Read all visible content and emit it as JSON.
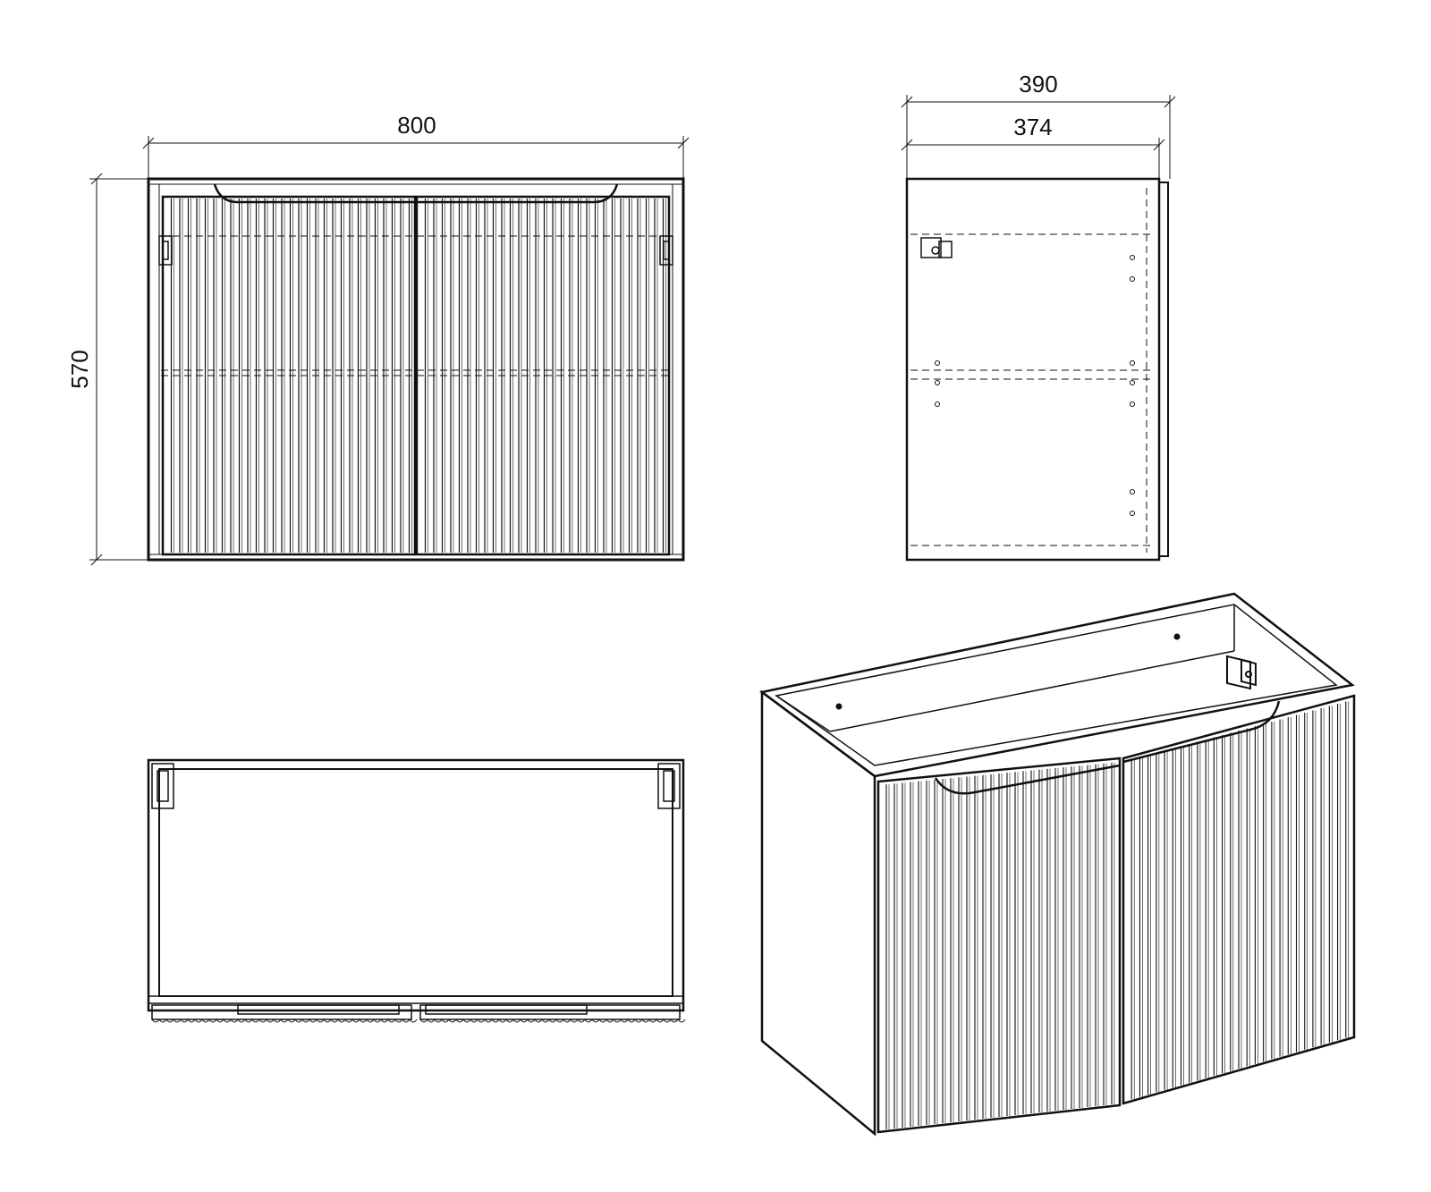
{
  "drawing": {
    "title": "",
    "line_color": "#111111",
    "background": "#ffffff"
  },
  "views": {
    "front": {
      "width_label": "800",
      "height_label": "570",
      "door_count": 2
    },
    "side": {
      "depth_label": "390",
      "body_depth_label": "374"
    },
    "top": {
      "door_count": 2
    },
    "isometric": {
      "door_count": 2
    }
  }
}
